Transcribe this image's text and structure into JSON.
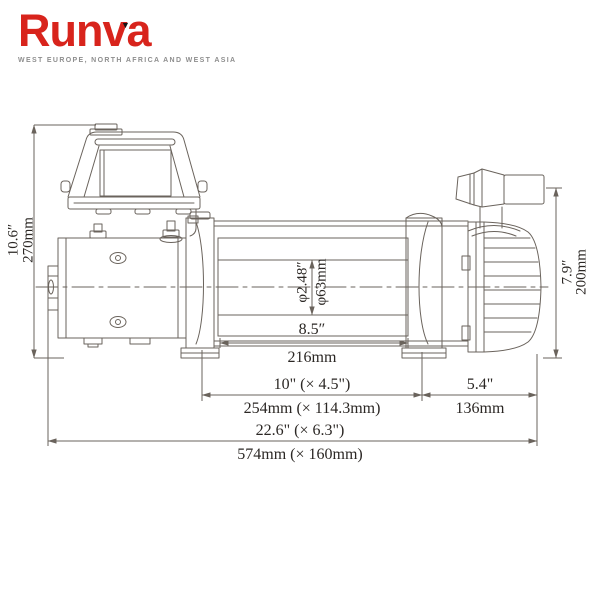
{
  "logo": {
    "brand": "Runva",
    "tagline": "WEST EUROPE, NORTH AFRICA AND WEST ASIA"
  },
  "colors": {
    "logo_red": "#d8241c",
    "tagline_gray": "#8e8e8e",
    "line": "#6a635c",
    "dimension_text": "#2b2724"
  },
  "dims": {
    "overall_height": {
      "inch": "10.6″",
      "mm": "270mm"
    },
    "clutch_height": {
      "inch": "7.9″",
      "mm": "200mm"
    },
    "drum_diameter": {
      "inch": "φ2.48″",
      "mm": "φ63mm"
    },
    "drum_length": {
      "inch": "8.5″",
      "mm": "216mm"
    },
    "mount_length": {
      "inch": "10\" (× 4.5\")",
      "mm": "254mm (× 114.3mm)"
    },
    "gearbox_length": {
      "inch": "5.4\"",
      "mm": "136mm"
    },
    "overall_length": {
      "inch": "22.6\" (× 6.3\")",
      "mm": "574mm (× 160mm)"
    }
  }
}
